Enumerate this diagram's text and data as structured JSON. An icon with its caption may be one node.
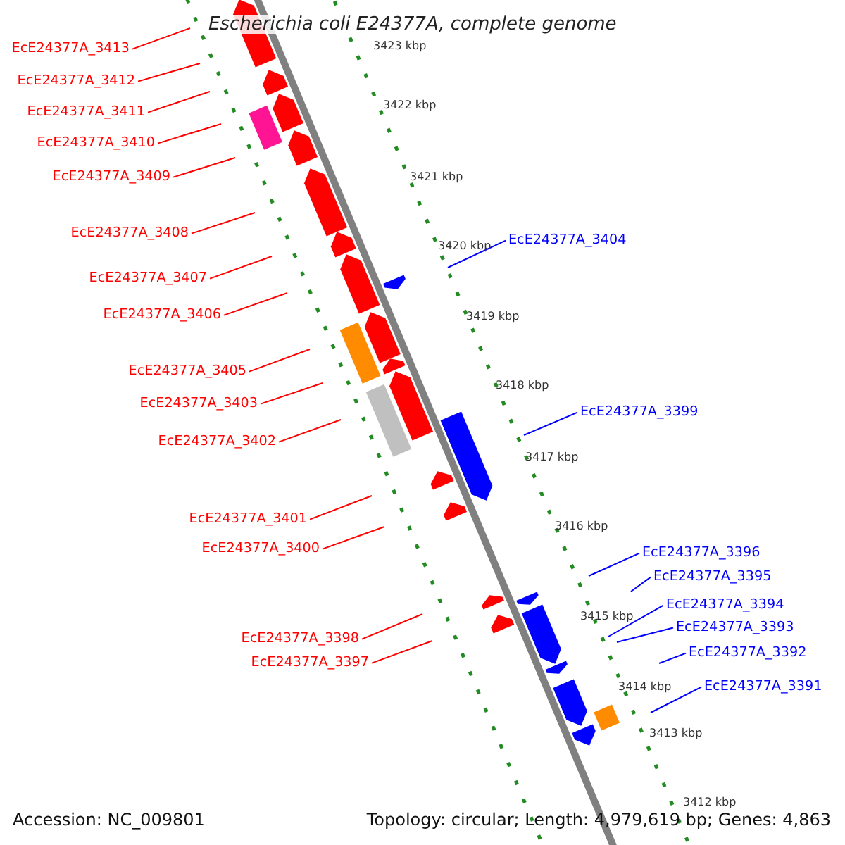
{
  "diagram": {
    "title": "Escherichia coli E24377A, complete genome",
    "nodes": [
      {
        "text": [
          "EcE24377A_3413"
        ]
      },
      {
        "text": [
          "EcE24377A_3412"
        ]
      },
      {
        "text": [
          "EcE24377A_3411"
        ]
      },
      {
        "text": [
          "EcE24377A_3410"
        ]
      },
      {
        "text": [
          "EcE24377A_3409"
        ]
      },
      {
        "text": [
          "EcE24377A_3408"
        ]
      },
      {
        "text": [
          "EcE24377A_3407"
        ]
      },
      {
        "text": [
          "EcE24377A_3406"
        ]
      },
      {
        "text": [
          "EcE24377A_3405"
        ]
      },
      {
        "text": [
          "EcE24377A_3403"
        ]
      },
      {
        "text": [
          "EcE24377A_3402"
        ]
      },
      {
        "text": [
          "EcE24377A_3401"
        ]
      },
      {
        "text": [
          "EcE24377A_3400"
        ]
      },
      {
        "text": [
          "EcE24377A_3398"
        ]
      },
      {
        "text": [
          "EcE24377A_3397"
        ]
      },
      {
        "text": [
          "EcE24377A_3404"
        ]
      },
      {
        "text": [
          "EcE24377A_3399"
        ]
      },
      {
        "text": [
          "EcE24377A_3396"
        ]
      },
      {
        "text": [
          "EcE24377A_3395"
        ]
      },
      {
        "text": [
          "EcE24377A_3394"
        ]
      },
      {
        "text": [
          "EcE24377A_3393"
        ]
      },
      {
        "text": [
          "EcE24377A_3392"
        ]
      },
      {
        "text": [
          "EcE24377A_3391"
        ]
      }
    ],
    "edges": [
      {
        "from": 0,
        "to": null,
        "arrow": "none"
      },
      {
        "from": 1,
        "to": null,
        "arrow": "none"
      },
      {
        "from": 2,
        "to": null,
        "arrow": "none"
      },
      {
        "from": 3,
        "to": null,
        "arrow": "none"
      },
      {
        "from": 4,
        "to": null,
        "arrow": "none"
      },
      {
        "from": 5,
        "to": null,
        "arrow": "none"
      },
      {
        "from": 6,
        "to": null,
        "arrow": "none"
      },
      {
        "from": 7,
        "to": null,
        "arrow": "none"
      },
      {
        "from": 8,
        "to": null,
        "arrow": "none"
      },
      {
        "from": 9,
        "to": null,
        "arrow": "none"
      },
      {
        "from": 10,
        "to": null,
        "arrow": "none"
      },
      {
        "from": 11,
        "to": null,
        "arrow": "none"
      },
      {
        "from": 12,
        "to": null,
        "arrow": "none"
      },
      {
        "from": 13,
        "to": null,
        "arrow": "none"
      },
      {
        "from": 14,
        "to": null,
        "arrow": "none"
      },
      {
        "from": 15,
        "to": null,
        "arrow": "none",
        "color": "#0000ff"
      },
      {
        "from": 16,
        "to": null,
        "arrow": "none",
        "color": "#0000ff"
      },
      {
        "from": 17,
        "to": null,
        "arrow": "none",
        "color": "#0000ff"
      },
      {
        "from": 18,
        "to": null,
        "arrow": "none",
        "color": "#0000ff"
      },
      {
        "from": 19,
        "to": null,
        "arrow": "none",
        "color": "#0000ff"
      },
      {
        "from": 20,
        "to": null,
        "arrow": "none",
        "color": "#0000ff"
      },
      {
        "from": 21,
        "to": null,
        "arrow": "none",
        "color": "#0000ff"
      },
      {
        "from": 22,
        "to": null,
        "arrow": "none",
        "color": "#0000ff"
      }
    ],
    "labels": [
      "3423 kbp",
      "3422 kbp",
      "3421 kbp",
      "3420 kbp",
      "3419 kbp",
      "3418 kbp",
      "3417 kbp",
      "3416 kbp",
      "3415 kbp",
      "3414 kbp",
      "3413 kbp",
      "3412 kbp",
      "Accession: NC_009801",
      "Topology: circular; Length: 4,979,619 bp; Genes: 4,863"
    ]
  }
}
